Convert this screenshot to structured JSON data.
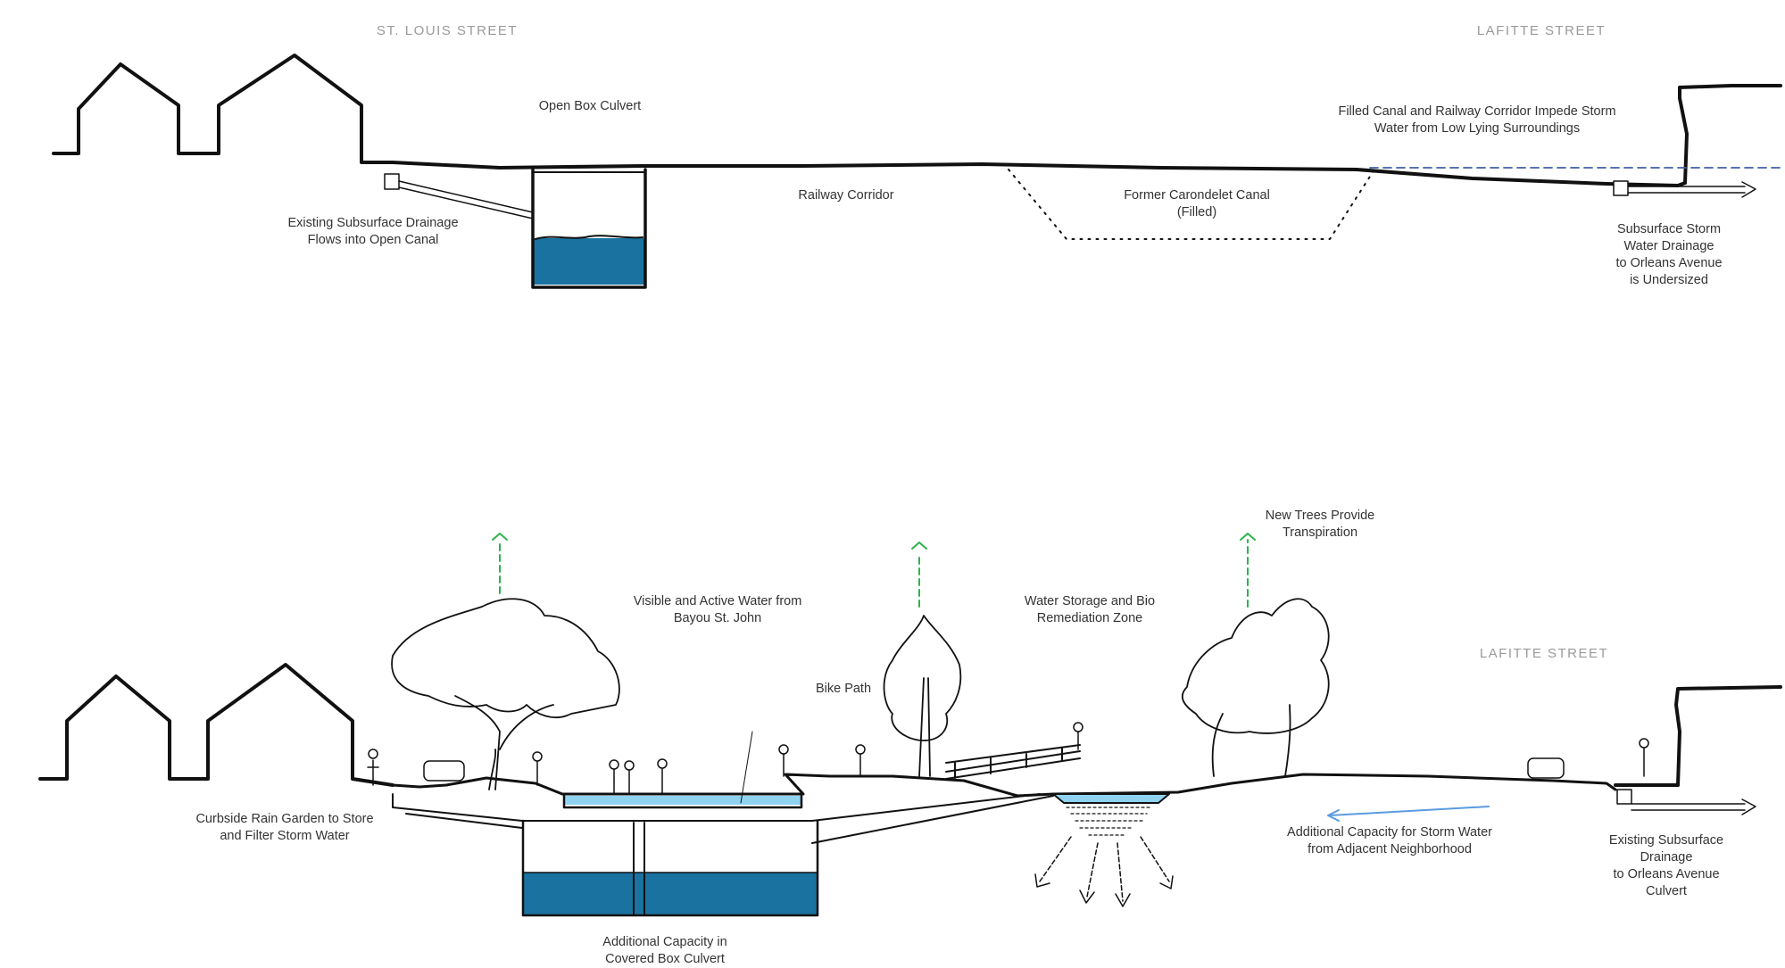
{
  "top_section": {
    "streets": {
      "left": "ST. LOUIS STREET",
      "right": "LAFITTE STREET"
    },
    "labels": {
      "open_box_culvert": "Open Box Culvert",
      "existing_drainage": "Existing Subsurface Drainage\nFlows into Open Canal",
      "railway_corridor": "Railway Corridor",
      "former_canal": "Former Carondelet Canal\n(Filled)",
      "filled_canal": "Filled Canal and Railway Corridor Impede Storm\nWater from Low Lying Surroundings",
      "subsurface_drainage": "Subsurface Storm Water Drainage\nto Orleans Avenue is Undersized"
    }
  },
  "bottom_section": {
    "streets": {
      "right": "LAFITTE STREET"
    },
    "labels": {
      "new_trees": "New Trees Provide\nTranspiration",
      "visible_water": "Visible and Active Water from\nBayou St. John",
      "water_storage": "Water Storage and Bio\nRemediation Zone",
      "bike_path": "Bike Path",
      "rain_garden": "Curbside Rain Garden to Store\nand Filter Storm Water",
      "additional_capacity_storm": "Additional Capacity for Storm Water\nfrom Adjacent Neighborhood",
      "existing_drainage_culvert": "Existing Subsurface Drainage\nto Orleans Avenue Culvert",
      "additional_capacity_culvert": "Additional Capacity in\nCovered Box Culvert"
    }
  },
  "colors": {
    "ink": "#111111",
    "water_dark": "#1a72a0",
    "water_light": "#8fd3f0",
    "arrow_green": "#2db34a",
    "arrow_blue": "#5a9be0",
    "dashed_blue": "#3f5fa8",
    "label_gray": "#9a9a9a"
  }
}
